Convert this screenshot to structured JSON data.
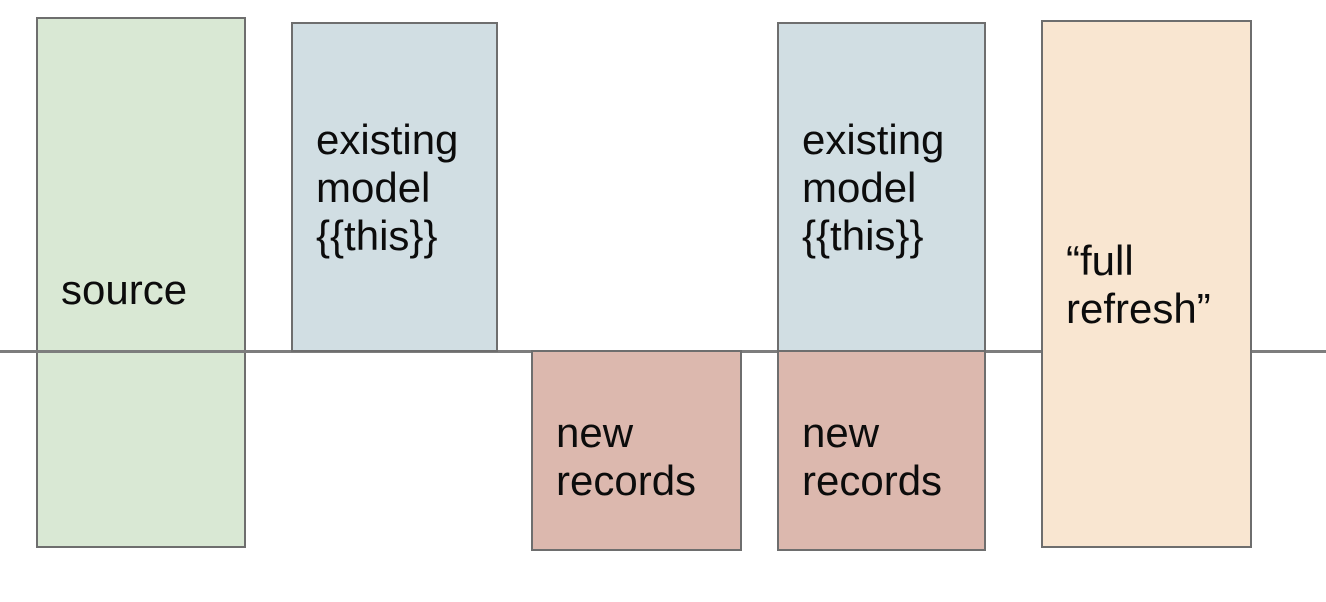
{
  "diagram": {
    "description_colors": {
      "source_fill": "#d9e8d4",
      "existing_model_fill": "#d1dee3",
      "new_records_fill": "#dcb8ae",
      "full_refresh_fill": "#f9e6d1",
      "box_border": "#6e6e6e",
      "divider_line": "#7d7d7d",
      "text": "#0c0c0c",
      "background": "#ffffff"
    },
    "boxes": [
      {
        "id": "source",
        "label": "source",
        "fill": "#d9e8d4"
      },
      {
        "id": "existing-model-1",
        "label": "existing\nmodel\n{{this}}",
        "fill": "#d1dee3"
      },
      {
        "id": "new-records-1",
        "label": "new\nrecords",
        "fill": "#dcb8ae"
      },
      {
        "id": "existing-model-2",
        "label": "existing\nmodel\n{{this}}",
        "fill": "#d1dee3"
      },
      {
        "id": "new-records-2",
        "label": "new\nrecords",
        "fill": "#dcb8ae"
      },
      {
        "id": "full-refresh",
        "label": "“full\nrefresh”",
        "fill": "#f9e6d1"
      }
    ]
  }
}
